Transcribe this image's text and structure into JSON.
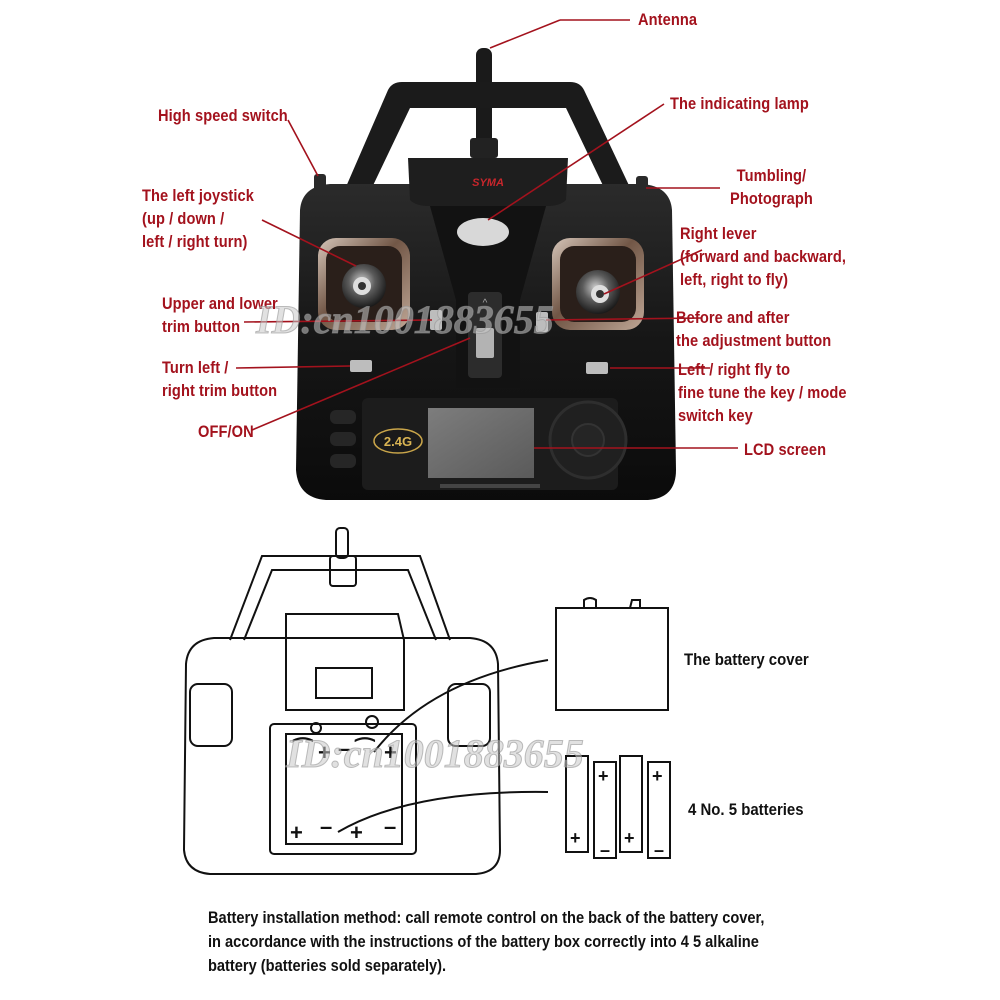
{
  "labels": {
    "antenna": "Antenna",
    "indicating_lamp": "The indicating lamp",
    "high_speed_switch": "High speed switch",
    "tumbling": "Tumbling/\nPhotograph",
    "left_joystick": "The left joystick\n(up / down /\nleft / right turn)",
    "right_lever": "Right lever\n(forward and backward,\nleft, right to fly)",
    "upper_lower_trim": "Upper and lower\ntrim button",
    "before_after": "Before and after\nthe adjustment button",
    "turn_left_trim": "Turn left /\nright trim button",
    "left_right_fly": "Left / right fly to\nfine tune the key / mode\nswitch key",
    "off_on": "OFF/ON",
    "lcd_screen": "LCD screen",
    "battery_cover": "The battery cover",
    "batteries": "4 No. 5 batteries"
  },
  "device": {
    "brand": "SYMA",
    "band": "2.4G"
  },
  "watermark": "ID:cn1001883655",
  "caption": "Battery installation method: call remote control on the back of the battery cover,\n in accordance with the instructions of the battery box correctly into 4 5 alkaline\n battery (batteries sold separately).",
  "colors": {
    "label": "#a3121d",
    "body": "#141414",
    "leader": "#a3121d"
  }
}
